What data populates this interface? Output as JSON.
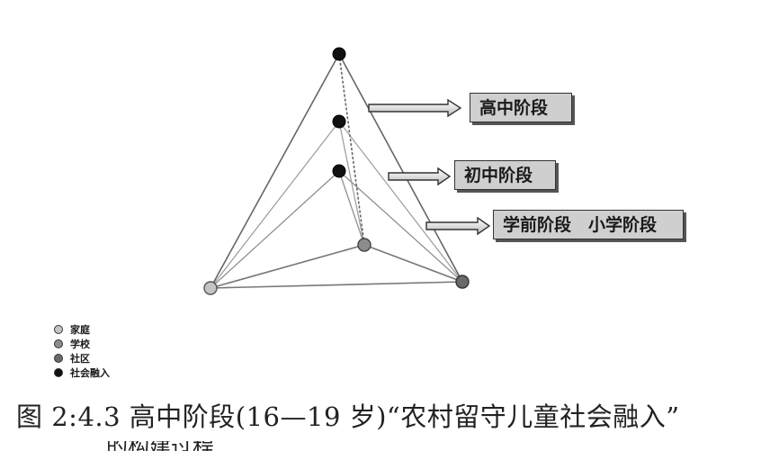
{
  "stages": {
    "high": "高中阶段",
    "junior": "初中阶段",
    "primary": "学前阶段　小学阶段"
  },
  "legend": [
    {
      "label": "家庭",
      "color": "#c4c4c4"
    },
    {
      "label": "学校",
      "color": "#8c8c8c"
    },
    {
      "label": "社区",
      "color": "#6a6a6a"
    },
    {
      "label": "社会融入",
      "color": "#111111"
    }
  ],
  "caption": "图 2:4.3 高中阶段(16—19 岁)“农村留守儿童社会融入”",
  "caption_cut": "的构建过程"
}
